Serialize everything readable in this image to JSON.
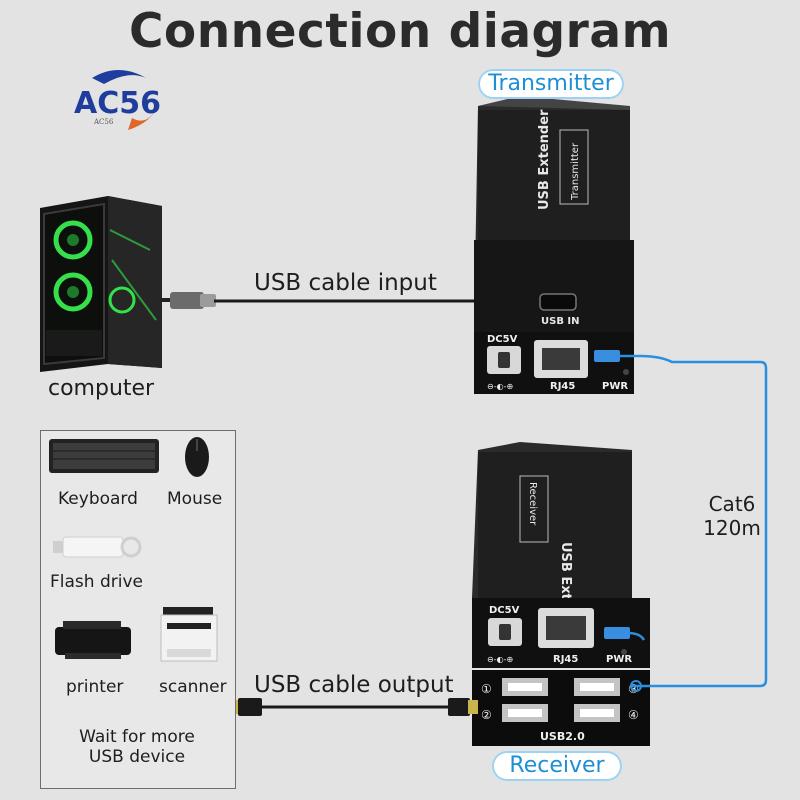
{
  "title": "Connection diagram",
  "logo": {
    "text": "AC56",
    "subtext": "AC56"
  },
  "badges": {
    "transmitter": "Transmitter",
    "receiver": "Receiver"
  },
  "cables": {
    "input": "USB cable input",
    "output": "USB cable output",
    "link_line1": "Cat6",
    "link_line2": "120m"
  },
  "computer": {
    "label": "computer"
  },
  "devices": {
    "keyboard": "Keyboard",
    "mouse": "Mouse",
    "flash_drive": "Flash drive",
    "printer": "printer",
    "scanner": "scanner",
    "more_line1": "Wait for more",
    "more_line2": "USB device"
  },
  "transmitter_unit": {
    "top_text": "USB Extender",
    "side_text": "Transmitter",
    "port_usb_in": "USB IN",
    "port_dc": "DC5V",
    "port_rj45": "RJ45",
    "port_pwr": "PWR",
    "polarity": "⊖-◐-⊕"
  },
  "receiver_unit": {
    "top_text": "USB Extender",
    "side_text": "Receiver",
    "port_dc": "DC5V",
    "port_rj45": "RJ45",
    "port_pwr": "PWR",
    "port_usb": "USB2.0",
    "port_num_1": "①",
    "port_num_2": "②",
    "port_num_3": "③",
    "port_num_4": "④",
    "polarity": "⊖-◐-⊕"
  },
  "colors": {
    "accent_blue": "#1e8fd5",
    "cable_blue": "#2a8fe0",
    "device_black": "#1c1c1c",
    "fan_green": "#35e04a"
  }
}
